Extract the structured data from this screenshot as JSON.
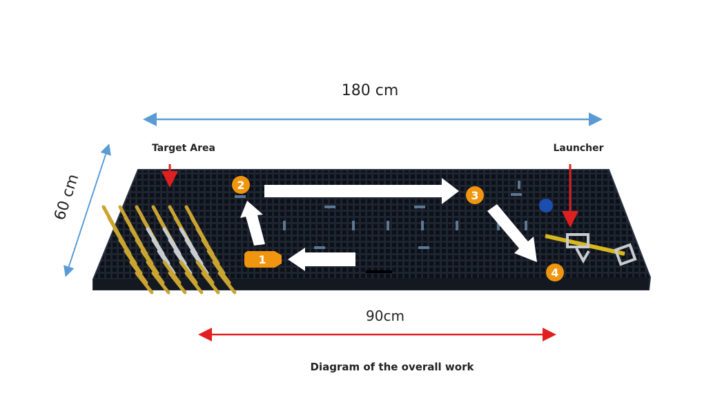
{
  "dimensions": {
    "length": "180 cm",
    "width": "60 cm",
    "partial": "90cm"
  },
  "labels": {
    "target_area": "Target Area",
    "launcher": "Launcher"
  },
  "markers": [
    "1",
    "2",
    "3",
    "4"
  ],
  "caption": "Diagram of the overall work",
  "colors": {
    "board": "#1e2430",
    "grid": "#4a6a8a",
    "marker": "#f0950f",
    "peg": "#c9a431",
    "dim_blue": "#5b9bd5",
    "dim_red": "#e02020",
    "ball": "#1a4fb0"
  }
}
